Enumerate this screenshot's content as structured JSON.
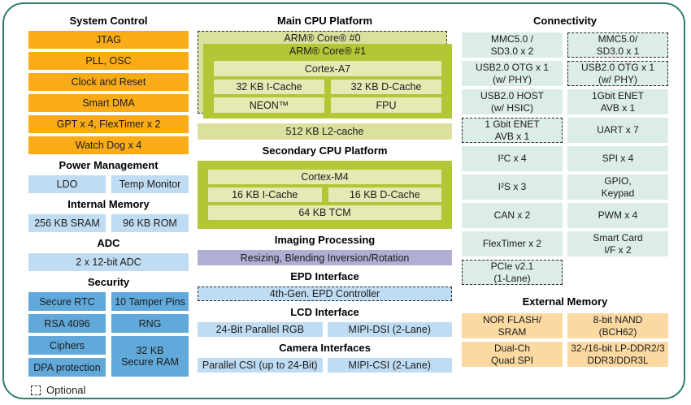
{
  "colors": {
    "orange": "#f9ac18",
    "light_blue": "#bfdcf2",
    "security_blue": "#61a9da",
    "green": "#b2c636",
    "pale_green": "#e5e9b3",
    "olive": "#dce09e",
    "purple": "#b0aed2",
    "pale_teal": "#dcece6",
    "peach": "#fbd9a1",
    "frame_border": "#2e7d6e"
  },
  "system_control": {
    "title": "System Control",
    "items": [
      "JTAG",
      "PLL, OSC",
      "Clock and Reset",
      "Smart DMA",
      "GPT x 4, FlexTimer x 2",
      "Watch Dog x 4"
    ]
  },
  "power_management": {
    "title": "Power Management",
    "items": [
      "LDO",
      "Temp Monitor"
    ]
  },
  "internal_memory": {
    "title": "Internal Memory",
    "items": [
      "256 KB SRAM",
      "96 KB ROM"
    ]
  },
  "adc": {
    "title": "ADC",
    "items": [
      "2 x 12-bit ADC"
    ]
  },
  "security": {
    "title": "Security",
    "left_items": [
      "Secure RTC",
      "RSA 4096",
      "Ciphers",
      "DPA protection"
    ],
    "right_items": [
      "10 Tamper Pins",
      "RNG"
    ],
    "tall_item": "32 KB\nSecure RAM"
  },
  "main_cpu": {
    "title": "Main CPU Platform",
    "core0": "ARM® Core® #0",
    "core1": "ARM® Core® #1",
    "cortex": "Cortex-A7",
    "icache": "32 KB I-Cache",
    "dcache": "32 KB D-Cache",
    "neon": "NEON™",
    "fpu": "FPU",
    "l2": "512 KB L2-cache"
  },
  "secondary_cpu": {
    "title": "Secondary CPU Platform",
    "cortex": "Cortex-M4",
    "icache": "16 KB I-Cache",
    "dcache": "16 KB D-Cache",
    "tcm": "64 KB TCM"
  },
  "imaging": {
    "title": "Imaging Processing",
    "item": "Resizing, Blending Inversion/Rotation"
  },
  "epd": {
    "title": "EPD Interface",
    "item": "4th-Gen. EPD Controller"
  },
  "lcd": {
    "title": "LCD Interface",
    "items": [
      "24-Bit Parallel RGB",
      "MIPI-DSI (2-Lane)"
    ]
  },
  "camera": {
    "title": "Camera Interfaces",
    "items": [
      "Parallel CSI (up to 24-Bit)",
      "MIPI-CSI (2-Lane)"
    ]
  },
  "connectivity": {
    "title": "Connectivity",
    "cells": [
      {
        "label": "MMC5.0 /\nSD3.0 x 2",
        "optional": false
      },
      {
        "label": "MMC5.0/\nSD3.0 x 1",
        "optional": true
      },
      {
        "label": "USB2.0 OTG x 1\n(w/ PHY)",
        "optional": false
      },
      {
        "label": "USB2.0 OTG x 1\n(w/ PHY)",
        "optional": true
      },
      {
        "label": "USB2.0 HOST\n(w/ HSIC)",
        "optional": false
      },
      {
        "label": "1Gbit ENET\nAVB x 1",
        "optional": false
      },
      {
        "label": "1 Gbit ENET\nAVB x 1",
        "optional": true
      },
      {
        "label": "UART x 7",
        "optional": false
      },
      {
        "label": "I²C x 4",
        "optional": false
      },
      {
        "label": "SPI x 4",
        "optional": false
      },
      {
        "label": "I²S x 3",
        "optional": false
      },
      {
        "label": "GPIO,\nKeypad",
        "optional": false
      },
      {
        "label": "CAN x 2",
        "optional": false
      },
      {
        "label": "PWM x 4",
        "optional": false
      },
      {
        "label": "FlexTimer x 2",
        "optional": false
      },
      {
        "label": "Smart Card\nI/F x 2",
        "optional": false
      },
      {
        "label": "PCIe v2.1\n(1-Lane)",
        "optional": true
      }
    ]
  },
  "external_memory": {
    "title": "External Memory",
    "cells": [
      "NOR FLASH/\nSRAM",
      "8-bit NAND\n(BCH62)",
      "Dual-Ch\nQuad SPI",
      "32-/16-bit LP-DDR2/3\nDDR3/DDR3L"
    ]
  },
  "legend": {
    "optional_label": "Optional"
  }
}
